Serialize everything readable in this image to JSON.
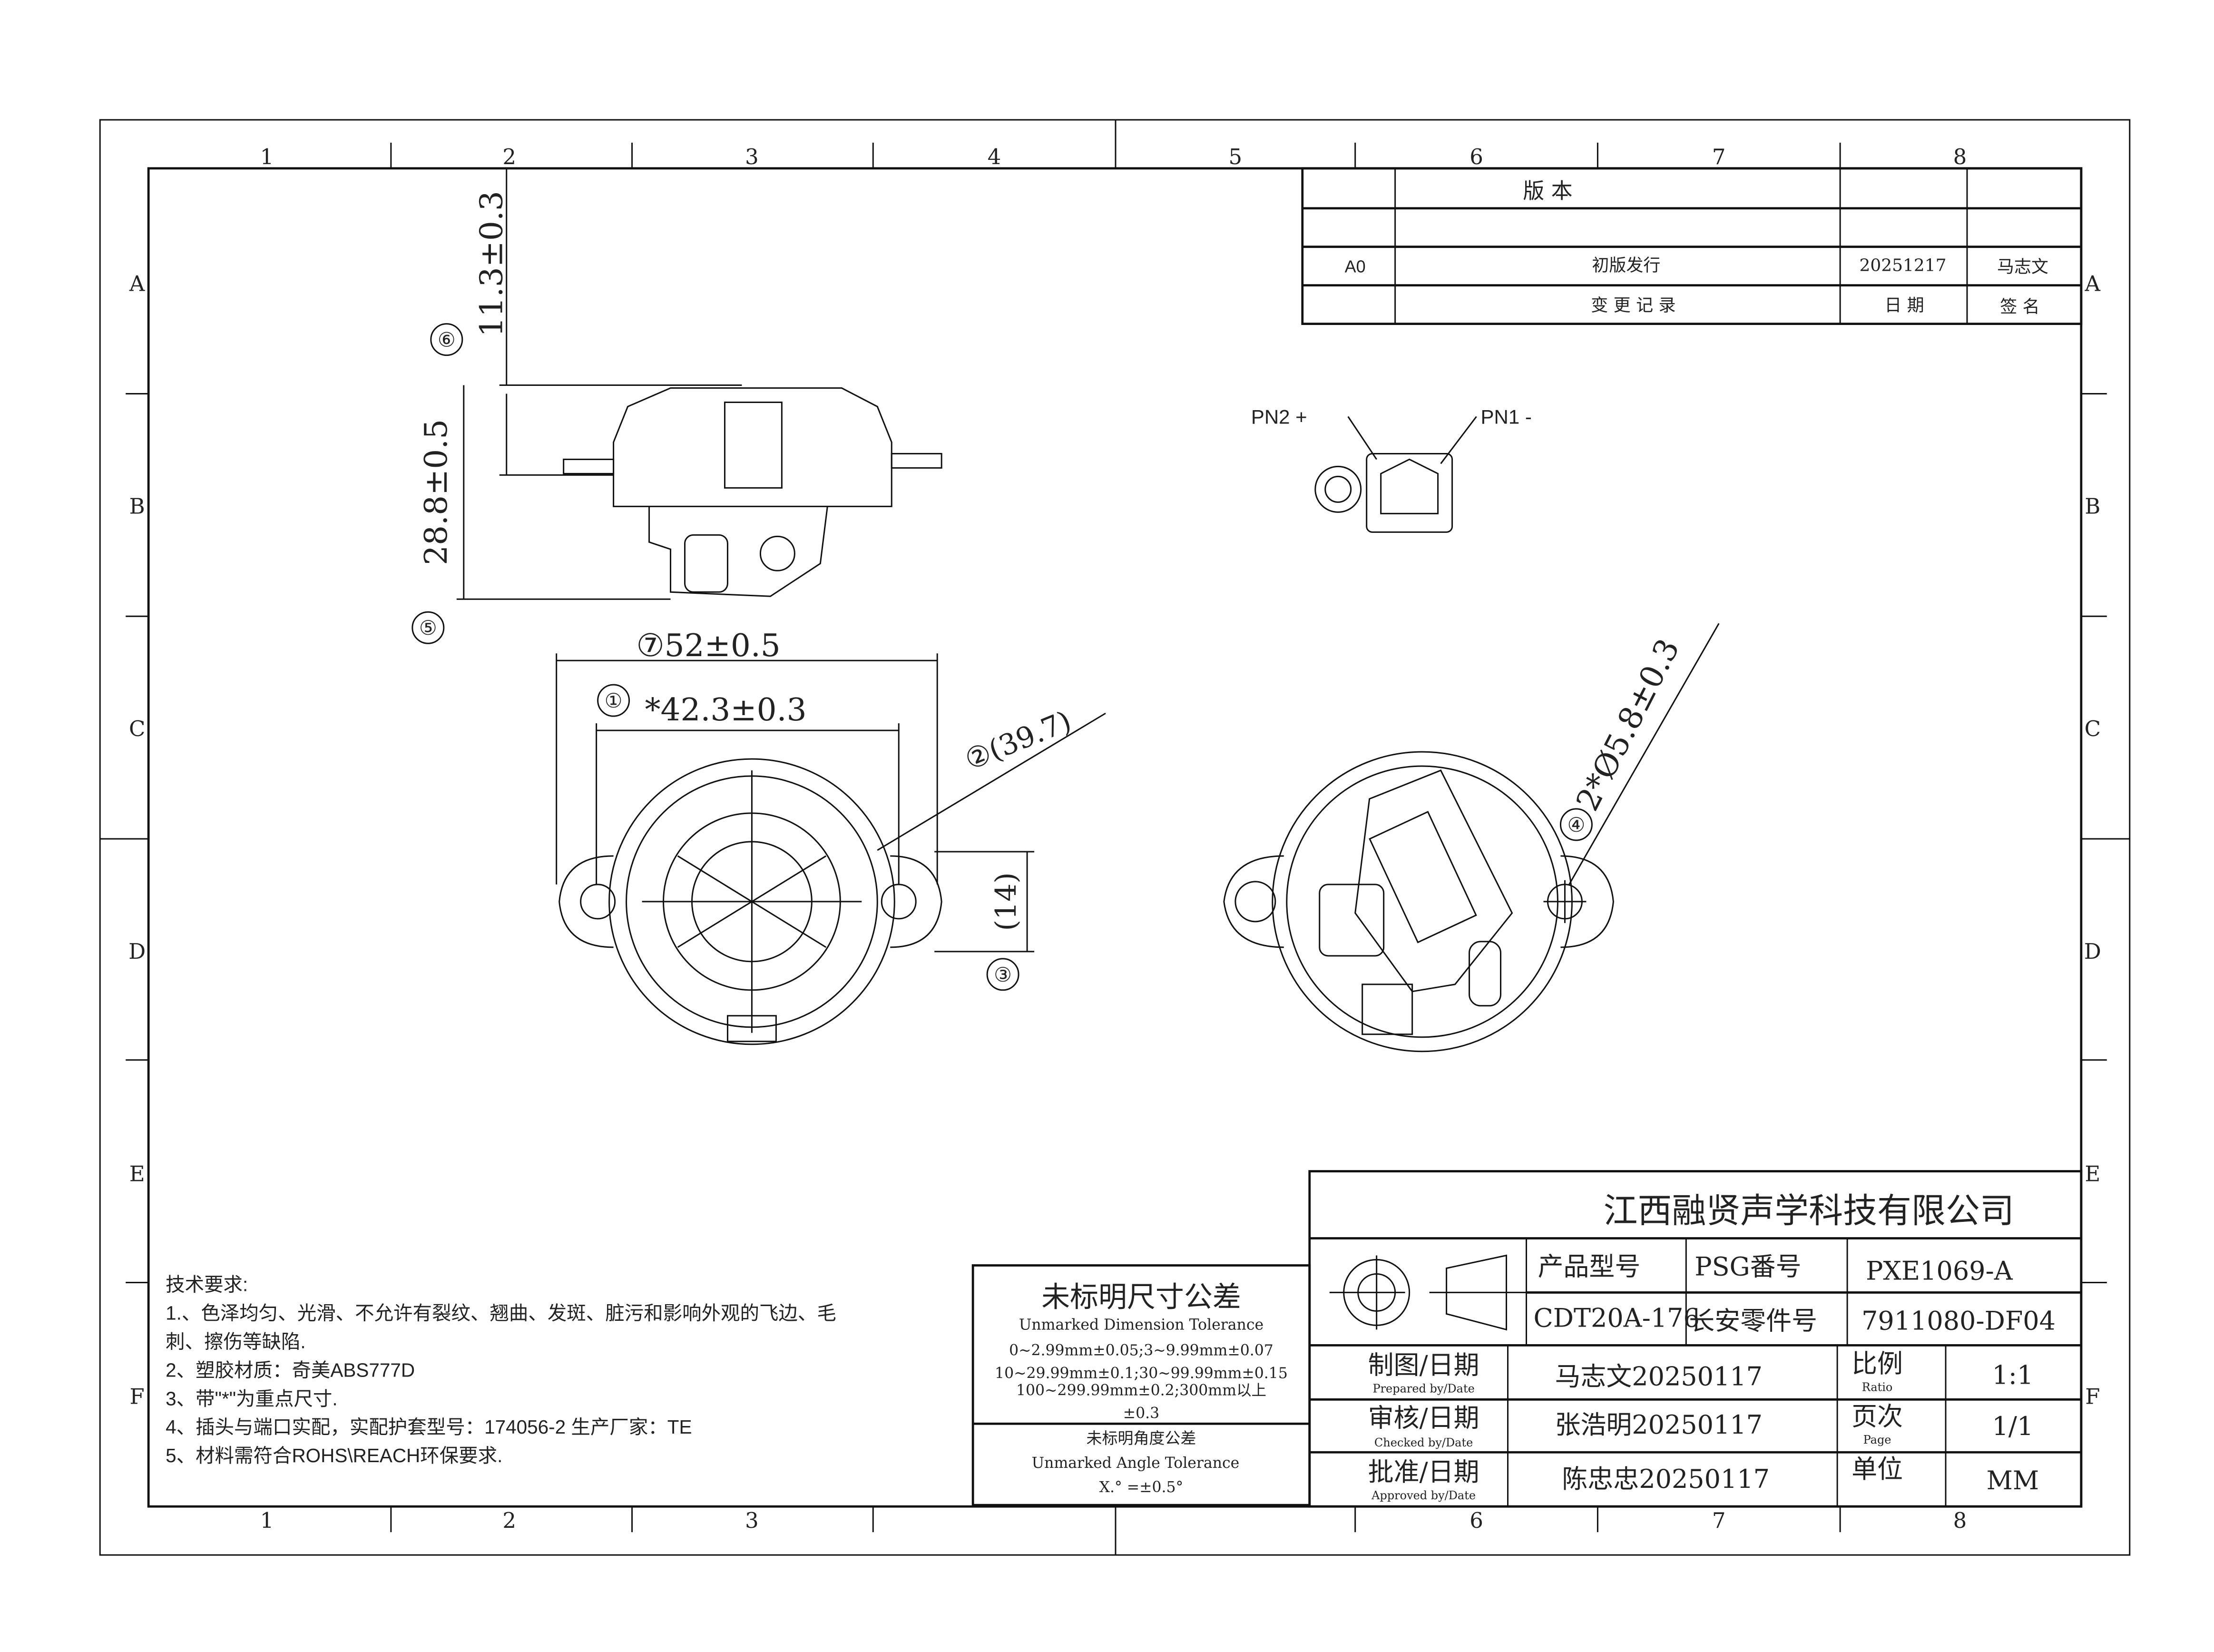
{
  "frame": {
    "columns": [
      "1",
      "2",
      "3",
      "4",
      "5",
      "6",
      "7",
      "8"
    ],
    "rows": [
      "A",
      "B",
      "C",
      "D",
      "E",
      "F"
    ]
  },
  "revision": {
    "header": "版  本",
    "rev": "A0",
    "description": "初版发行",
    "date": "20251217",
    "signer": "马志文",
    "col_change": "变   更   记   录",
    "col_date": "日      期",
    "col_sign": "签    名"
  },
  "connector": {
    "pin2": "PN2 +",
    "pin1": "PN1 -"
  },
  "dimensions": {
    "d6": "⑥",
    "d6_value": "11.3±0.3",
    "d5": "⑤",
    "d5_value": "28.8±0.5",
    "d7": "⑦52±0.5",
    "d1": "①",
    "d1_value": "*42.3±0.3",
    "d2": "②(39.7)",
    "d3": "③",
    "d3_value": "(14)",
    "d4": "④",
    "d4_value": "2*Ø5.8±0.3"
  },
  "notes": {
    "title": "技术要求:",
    "items": [
      "1.、色泽均匀、光滑、不允许有裂纹、翘曲、发斑、脏污和影响外观的飞边、毛",
      "刺、擦伤等缺陷.",
      "2、塑胶材质：奇美ABS777D",
      "3、带\"*\"为重点尺寸.",
      "4、插头与端口实配，实配护套型号：174056-2 生产厂家：TE",
      "5、材料需符合ROHS\\REACH环保要求."
    ]
  },
  "tolerance": {
    "title": "未标明尺寸公差",
    "subtitle": "Unmarked Dimension Tolerance",
    "lines": [
      "0~2.99mm±0.05;3~9.99mm±0.07",
      "10~29.99mm±0.1;30~99.99mm±0.15",
      "100~299.99mm±0.2;300mm以上",
      "±0.3"
    ],
    "angle_title": "未标明角度公差",
    "angle_subtitle": "Unmarked Angle Tolerance",
    "angle_value": "X.° =±0.5°"
  },
  "title_block": {
    "company": "江西融贤声学科技有限公司",
    "product_model_label": "产品型号",
    "product_model": "CDT20A-176",
    "psg_label": "PSG番号",
    "psg": "PXE1069-A",
    "changan_label": "长安零件号",
    "changan": "7911080-DF04",
    "prepared_label": "制图/日期",
    "prepared_en": "Prepared by/Date",
    "prepared": "马志文20250117",
    "checked_label": "审核/日期",
    "checked_en": "Checked by/Date",
    "checked": "张浩明20250117",
    "approved_label": "批准/日期",
    "approved_en": "Approved by/Date",
    "approved": "陈忠忠20250117",
    "ratio_label": "比例",
    "ratio_en": "Ratio",
    "ratio": "1:1",
    "page_label": "页次",
    "page_en": "Page",
    "page": "1/1",
    "unit_label": "单位",
    "unit": "MM"
  }
}
